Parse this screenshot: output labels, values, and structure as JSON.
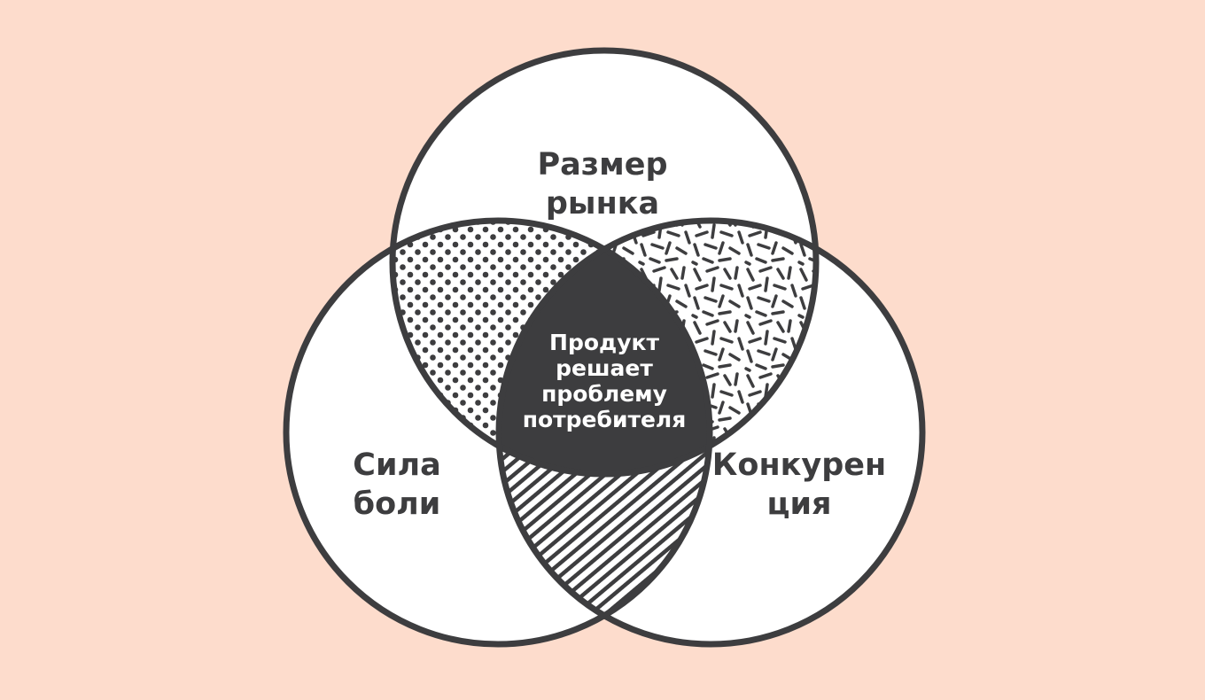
{
  "colors": {
    "background": "#fddccc",
    "ink": "#3d3d3f",
    "fill": "#ffffff"
  },
  "sets": {
    "top": {
      "lines": [
        "Размер",
        "рынка"
      ]
    },
    "left": {
      "lines": [
        "Сила",
        "боли"
      ]
    },
    "right": {
      "lines": [
        "Конкурен",
        "ция"
      ]
    }
  },
  "intersections": {
    "top_left": {
      "pattern": "dots"
    },
    "top_right": {
      "pattern": "dashes"
    },
    "left_right": {
      "pattern": "diagonal-stripes"
    },
    "all": {
      "lines": [
        "Продукт",
        "решает",
        "проблему",
        "потребителя"
      ]
    }
  }
}
